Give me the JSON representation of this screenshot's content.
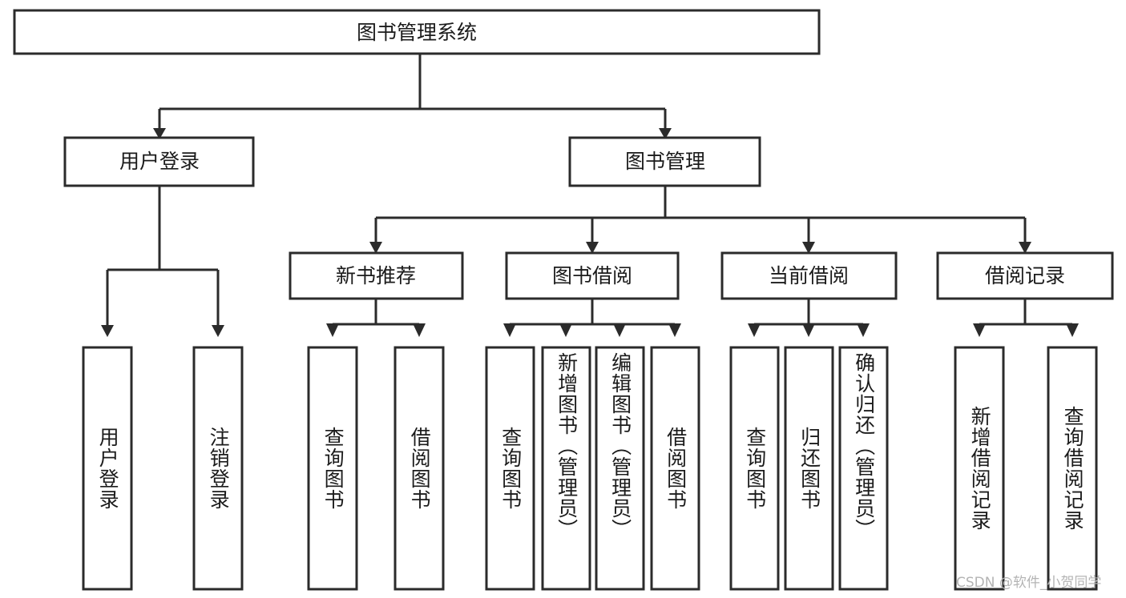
{
  "diagram": {
    "type": "tree-hierarchy",
    "title": "图书管理系统",
    "root": {
      "id": "root",
      "label": "图书管理系统"
    },
    "level1": [
      {
        "id": "user-login",
        "label": "用户登录"
      },
      {
        "id": "book-manage",
        "label": "图书管理"
      }
    ],
    "level2": [
      {
        "id": "new-book-rec",
        "label": "新书推荐",
        "parent": "book-manage"
      },
      {
        "id": "book-borrow",
        "label": "图书借阅",
        "parent": "book-manage"
      },
      {
        "id": "current-borrow",
        "label": "当前借阅",
        "parent": "book-manage"
      },
      {
        "id": "borrow-record",
        "label": "借阅记录",
        "parent": "book-manage"
      }
    ],
    "leaves": [
      {
        "id": "leaf-user-login",
        "label": "用户登录",
        "parent": "user-login"
      },
      {
        "id": "leaf-logout",
        "label": "注销登录",
        "parent": "user-login"
      },
      {
        "id": "leaf-query-book-1",
        "label": "查询图书",
        "parent": "new-book-rec"
      },
      {
        "id": "leaf-borrow-book-1",
        "label": "借阅图书",
        "parent": "new-book-rec"
      },
      {
        "id": "leaf-query-book-2",
        "label": "查询图书",
        "parent": "book-borrow"
      },
      {
        "id": "leaf-add-book",
        "label": "新增图书（管理员）",
        "parent": "book-borrow"
      },
      {
        "id": "leaf-edit-book",
        "label": "编辑图书（管理员）",
        "parent": "book-borrow"
      },
      {
        "id": "leaf-borrow-book-2",
        "label": "借阅图书",
        "parent": "book-borrow"
      },
      {
        "id": "leaf-query-book-3",
        "label": "查询图书",
        "parent": "current-borrow"
      },
      {
        "id": "leaf-return-book",
        "label": "归还图书",
        "parent": "current-borrow"
      },
      {
        "id": "leaf-confirm-return",
        "label": "确认归还（管理员）",
        "parent": "current-borrow"
      },
      {
        "id": "leaf-add-record",
        "label": "新增借阅记录",
        "parent": "borrow-record"
      },
      {
        "id": "leaf-query-record",
        "label": "查询借阅记录",
        "parent": "borrow-record"
      }
    ],
    "colors": {
      "stroke": "#2b2b2b",
      "fill": "#ffffff",
      "text": "#1b1b1b",
      "background": "#ffffff",
      "watermark": "#b4b4b4"
    }
  },
  "watermark": {
    "text": "CSDN @软件_小贺同学"
  }
}
